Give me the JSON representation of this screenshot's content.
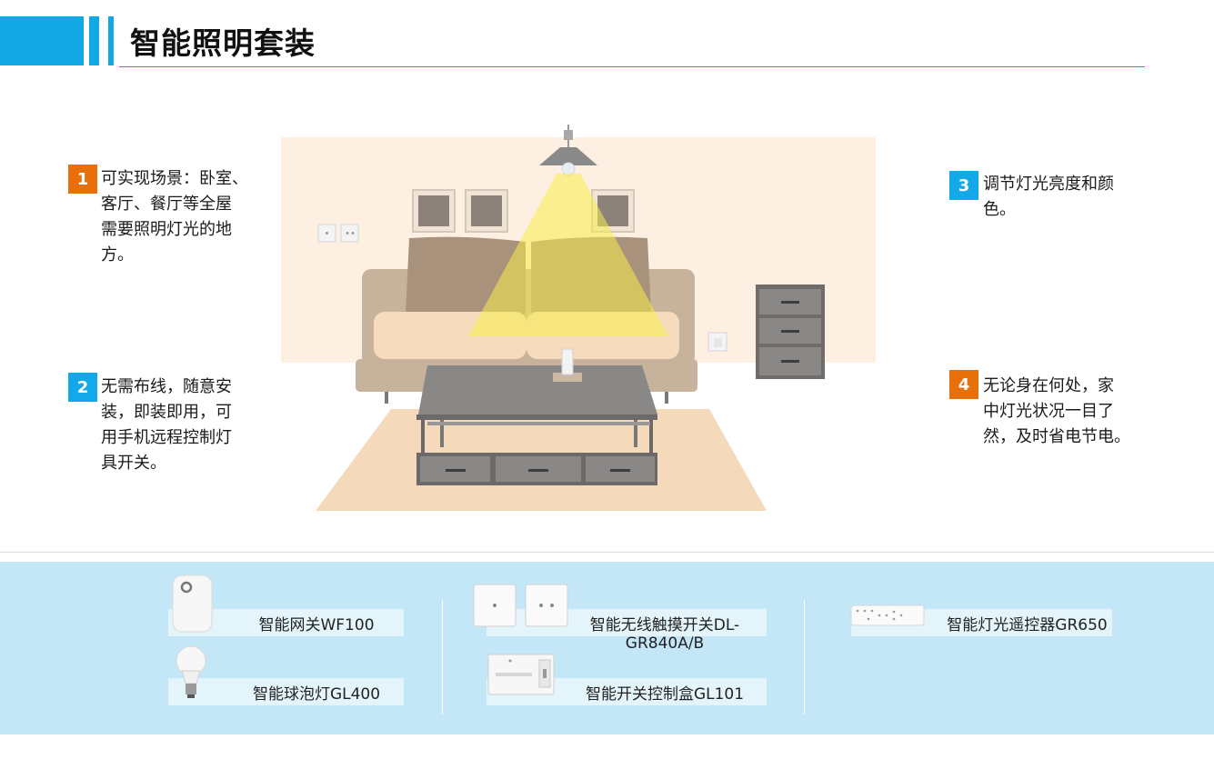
{
  "header": {
    "title": "智能照明套装"
  },
  "features": [
    {
      "num": "1",
      "text": [
        "可实现场景：卧室、",
        "客厅、餐厅等全屋",
        "需要照明灯光的地",
        "方。"
      ],
      "color": "#e8700a"
    },
    {
      "num": "2",
      "text": [
        "无需布线，随意安",
        "装，即装即用，可",
        "用手机远程控制灯",
        "具开关。"
      ],
      "color": "#13a8e8"
    },
    {
      "num": "3",
      "text": [
        "调节灯光亮度和颜",
        "色。"
      ],
      "color": "#13a8e8"
    },
    {
      "num": "4",
      "text": [
        "无论身在何处，家",
        "中灯光状况一目了",
        "然，及时省电节电。"
      ],
      "color": "#e8700a"
    }
  ],
  "products": {
    "gateway": "智能网关WF100",
    "bulb": "智能球泡灯GL400",
    "touch_switch_line1": "智能无线触摸开关DL-",
    "touch_switch_line2": "GR840A/B",
    "switch_box": "智能开关控制盒GL101",
    "remote": "智能灯光遥控器GR650"
  }
}
